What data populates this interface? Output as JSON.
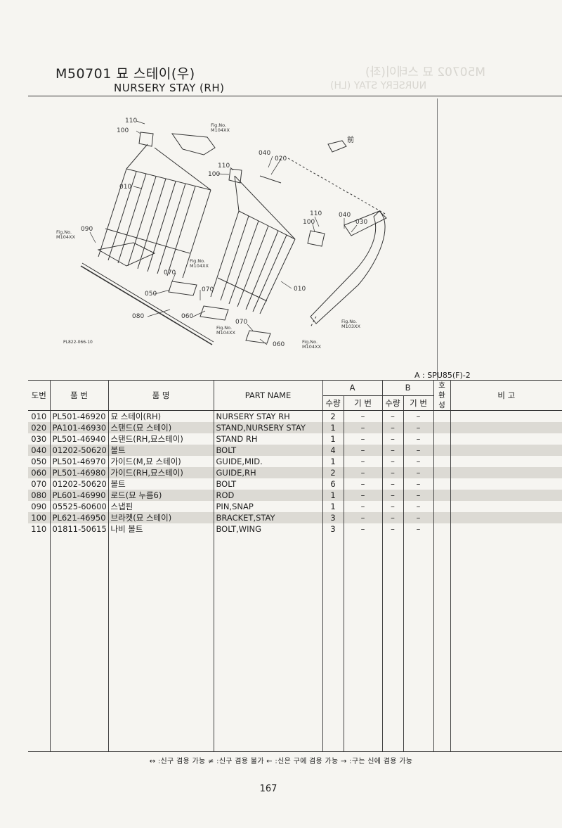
{
  "header": {
    "code_title": "M50701 묘 스테이(우)",
    "english_title": "NURSERY STAY (RH)",
    "bleed_title": "M50702 묘 스테이(좌)",
    "bleed_subtitle": "NURSERY STAY (LH)"
  },
  "diagram": {
    "callouts": [
      "110",
      "100",
      "010",
      "090",
      "070",
      "050",
      "080",
      "060",
      "070",
      "060",
      "070",
      "010",
      "040",
      "020",
      "110",
      "100",
      "110",
      "100",
      "040",
      "030"
    ],
    "fig_refs": [
      "Fig.No.",
      "M104XX",
      "Fig.No.",
      "M104XX",
      "Fig.No.",
      "M104XX",
      "Fig.No.",
      "M104XX",
      "Fig.No.",
      "M104XX",
      "Fig.No.",
      "M103XX"
    ],
    "front_mark": "前",
    "drawing_code": "PL822-066-10"
  },
  "table": {
    "series_label": "A : SPU85(F)-2",
    "headers": {
      "ref_no": "도번",
      "part_no": "품 번",
      "part_name_kr": "품 명",
      "part_name_en": "PART NAME",
      "group_a": "A",
      "group_b": "B",
      "qty": "수량",
      "model": "기 번",
      "compat": "호환성",
      "remarks": "비 고"
    },
    "rows": [
      {
        "ref": "010",
        "part_no": "PL501-46920",
        "name_kr": "묘 스테이(RH)",
        "name_en": "NURSERY STAY RH",
        "qty_a": "2",
        "model_a": "–",
        "qty_b": "–",
        "model_b": "–"
      },
      {
        "ref": "020",
        "part_no": "PA101-46930",
        "name_kr": "스탠드(묘 스테이)",
        "name_en": "STAND,NURSERY STAY",
        "qty_a": "1",
        "model_a": "–",
        "qty_b": "–",
        "model_b": "–"
      },
      {
        "ref": "030",
        "part_no": "PL501-46940",
        "name_kr": "스탠드(RH,묘스테이)",
        "name_en": "STAND RH",
        "qty_a": "1",
        "model_a": "–",
        "qty_b": "–",
        "model_b": "–"
      },
      {
        "ref": "040",
        "part_no": "01202-50620",
        "name_kr": "볼트",
        "name_en": "BOLT",
        "qty_a": "4",
        "model_a": "–",
        "qty_b": "–",
        "model_b": "–"
      },
      {
        "ref": "050",
        "part_no": "PL501-46970",
        "name_kr": "가이드(M,묘 스테이)",
        "name_en": "GUIDE,MID.",
        "qty_a": "1",
        "model_a": "–",
        "qty_b": "–",
        "model_b": "–"
      },
      {
        "ref": "060",
        "part_no": "PL501-46980",
        "name_kr": "가이드(RH,묘스테이)",
        "name_en": "GUIDE,RH",
        "qty_a": "2",
        "model_a": "–",
        "qty_b": "–",
        "model_b": "–"
      },
      {
        "ref": "070",
        "part_no": "01202-50620",
        "name_kr": "볼트",
        "name_en": "BOLT",
        "qty_a": "6",
        "model_a": "–",
        "qty_b": "–",
        "model_b": "–"
      },
      {
        "ref": "080",
        "part_no": "PL601-46990",
        "name_kr": "로드(묘 누름6)",
        "name_en": "ROD",
        "qty_a": "1",
        "model_a": "–",
        "qty_b": "–",
        "model_b": "–"
      },
      {
        "ref": "090",
        "part_no": "05525-60600",
        "name_kr": "스냅핀",
        "name_en": "PIN,SNAP",
        "qty_a": "1",
        "model_a": "–",
        "qty_b": "–",
        "model_b": "–"
      },
      {
        "ref": "100",
        "part_no": "PL621-46950",
        "name_kr": "브라켓(묘 스테이)",
        "name_en": "BRACKET,STAY",
        "qty_a": "3",
        "model_a": "–",
        "qty_b": "–",
        "model_b": "–"
      },
      {
        "ref": "110",
        "part_no": "01811-50615",
        "name_kr": "나비 볼트",
        "name_en": "BOLT,WING",
        "qty_a": "3",
        "model_a": "–",
        "qty_b": "–",
        "model_b": "–"
      }
    ]
  },
  "legend": "↔ :신구 겸용 가능    ≠ :신구 겸용 불가    ← :신은 구에 겸용 가능    → :구는 신에 겸용 가능",
  "page_number": "167"
}
